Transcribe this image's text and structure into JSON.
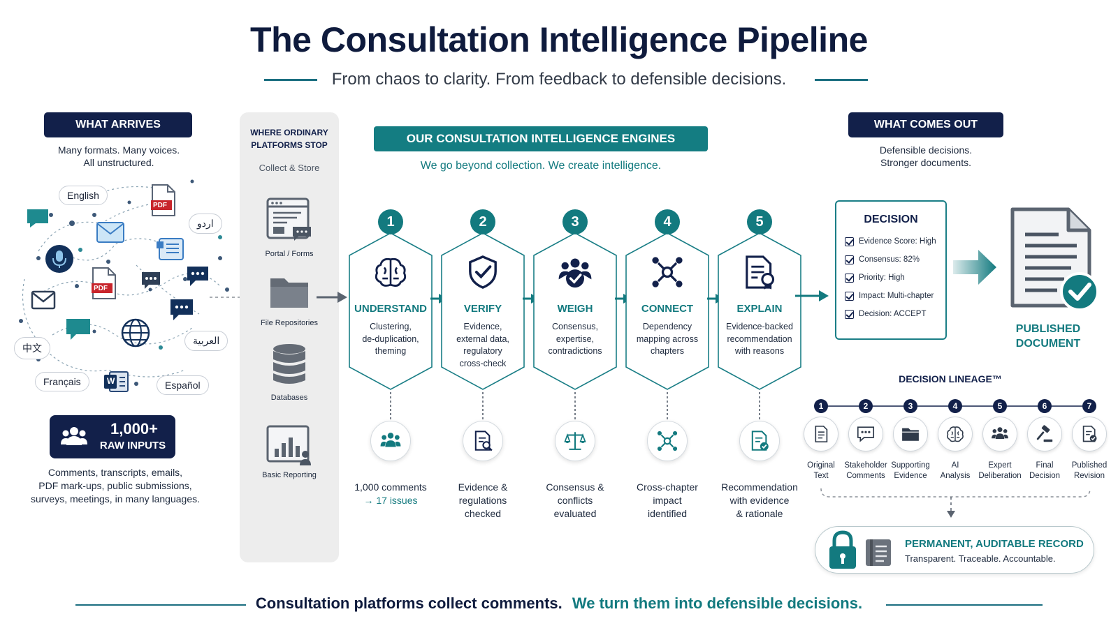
{
  "header": {
    "title": "The Consultation Intelligence Pipeline",
    "subtitle": "From chaos to clarity. From feedback to defensible decisions."
  },
  "arrives": {
    "heading": "WHAT ARRIVES",
    "caption_line1": "Many formats. Many voices.",
    "caption_line2": "All unstructured.",
    "languages": [
      "English",
      "اردو",
      "中文",
      "العربية",
      "Français",
      "Español"
    ],
    "pdf_label": "PDF",
    "word_label": "W",
    "stat_value": "1,000+",
    "stat_label": "RAW INPUTS",
    "description_line1": "Comments, transcripts, emails,",
    "description_line2": "PDF mark-ups, public submissions,",
    "description_line3": "surveys, meetings, in many languages."
  },
  "ordinary": {
    "heading_line1": "WHERE ORDINARY",
    "heading_line2": "PLATFORMS STOP",
    "subheading": "Collect & Store",
    "items": [
      "Portal / Forms",
      "File Repositories",
      "Databases",
      "Basic Reporting"
    ]
  },
  "engines": {
    "heading": "OUR CONSULTATION INTELLIGENCE ENGINES",
    "tagline": "We go beyond collection. We create intelligence.",
    "steps": [
      {
        "num": "1",
        "title": "UNDERSTAND",
        "desc": [
          "Clustering,",
          "de-duplication,",
          "theming"
        ],
        "icon": "brain-icon",
        "output_icon": "people-group-icon",
        "output": [
          "1,000 comments",
          "→ 17 issues"
        ]
      },
      {
        "num": "2",
        "title": "VERIFY",
        "desc": [
          "Evidence,",
          "external data,",
          "regulatory",
          "cross-check"
        ],
        "icon": "shield-check-icon",
        "output_icon": "document-search-icon",
        "output": [
          "Evidence &",
          "regulations",
          "checked"
        ]
      },
      {
        "num": "3",
        "title": "WEIGH",
        "desc": [
          "Consensus,",
          "expertise,",
          "contradictions"
        ],
        "icon": "people-check-icon",
        "output_icon": "scales-icon",
        "output": [
          "Consensus &",
          "conflicts",
          "evaluated"
        ]
      },
      {
        "num": "4",
        "title": "CONNECT",
        "desc": [
          "Dependency",
          "mapping across",
          "chapters"
        ],
        "icon": "network-icon",
        "output_icon": "network-icon",
        "output": [
          "Cross-chapter",
          "impact",
          "identified"
        ]
      },
      {
        "num": "5",
        "title": "EXPLAIN",
        "desc": [
          "Evidence-backed",
          "recommendation",
          "with reasons"
        ],
        "icon": "document-award-icon",
        "output_icon": "document-check-icon",
        "output": [
          "Recommendation",
          "with evidence",
          "& rationale"
        ]
      }
    ]
  },
  "comes_out": {
    "heading": "WHAT COMES OUT",
    "caption_line1": "Defensible decisions.",
    "caption_line2": "Stronger documents.",
    "decision_title": "DECISION",
    "decision_items": [
      "Evidence Score: High",
      "Consensus: 82%",
      "Priority: High",
      "Impact: Multi-chapter",
      "Decision: ACCEPT"
    ],
    "published_line1": "PUBLISHED",
    "published_line2": "DOCUMENT"
  },
  "lineage": {
    "heading": "DECISION LINEAGE™",
    "steps": [
      {
        "num": "1",
        "label": [
          "Original",
          "Text"
        ],
        "icon": "document-icon"
      },
      {
        "num": "2",
        "label": [
          "Stakeholder",
          "Comments"
        ],
        "icon": "comment-icon"
      },
      {
        "num": "3",
        "label": [
          "Supporting",
          "Evidence"
        ],
        "icon": "folder-icon"
      },
      {
        "num": "4",
        "label": [
          "AI",
          "Analysis"
        ],
        "icon": "brain-icon"
      },
      {
        "num": "5",
        "label": [
          "Expert",
          "Deliberation"
        ],
        "icon": "people-group-icon"
      },
      {
        "num": "6",
        "label": [
          "Final",
          "Decision"
        ],
        "icon": "gavel-icon"
      },
      {
        "num": "7",
        "label": [
          "Published",
          "Revision"
        ],
        "icon": "document-check-icon"
      }
    ],
    "record_title": "PERMANENT, AUDITABLE RECORD",
    "record_subtitle": "Transparent. Traceable. Accountable."
  },
  "footer": {
    "part1": "Consultation platforms collect comments.",
    "part2": "We turn them into defensible decisions."
  },
  "colors": {
    "navy": "#12204a",
    "teal": "#137a7f",
    "grey_panel": "#ededed"
  }
}
